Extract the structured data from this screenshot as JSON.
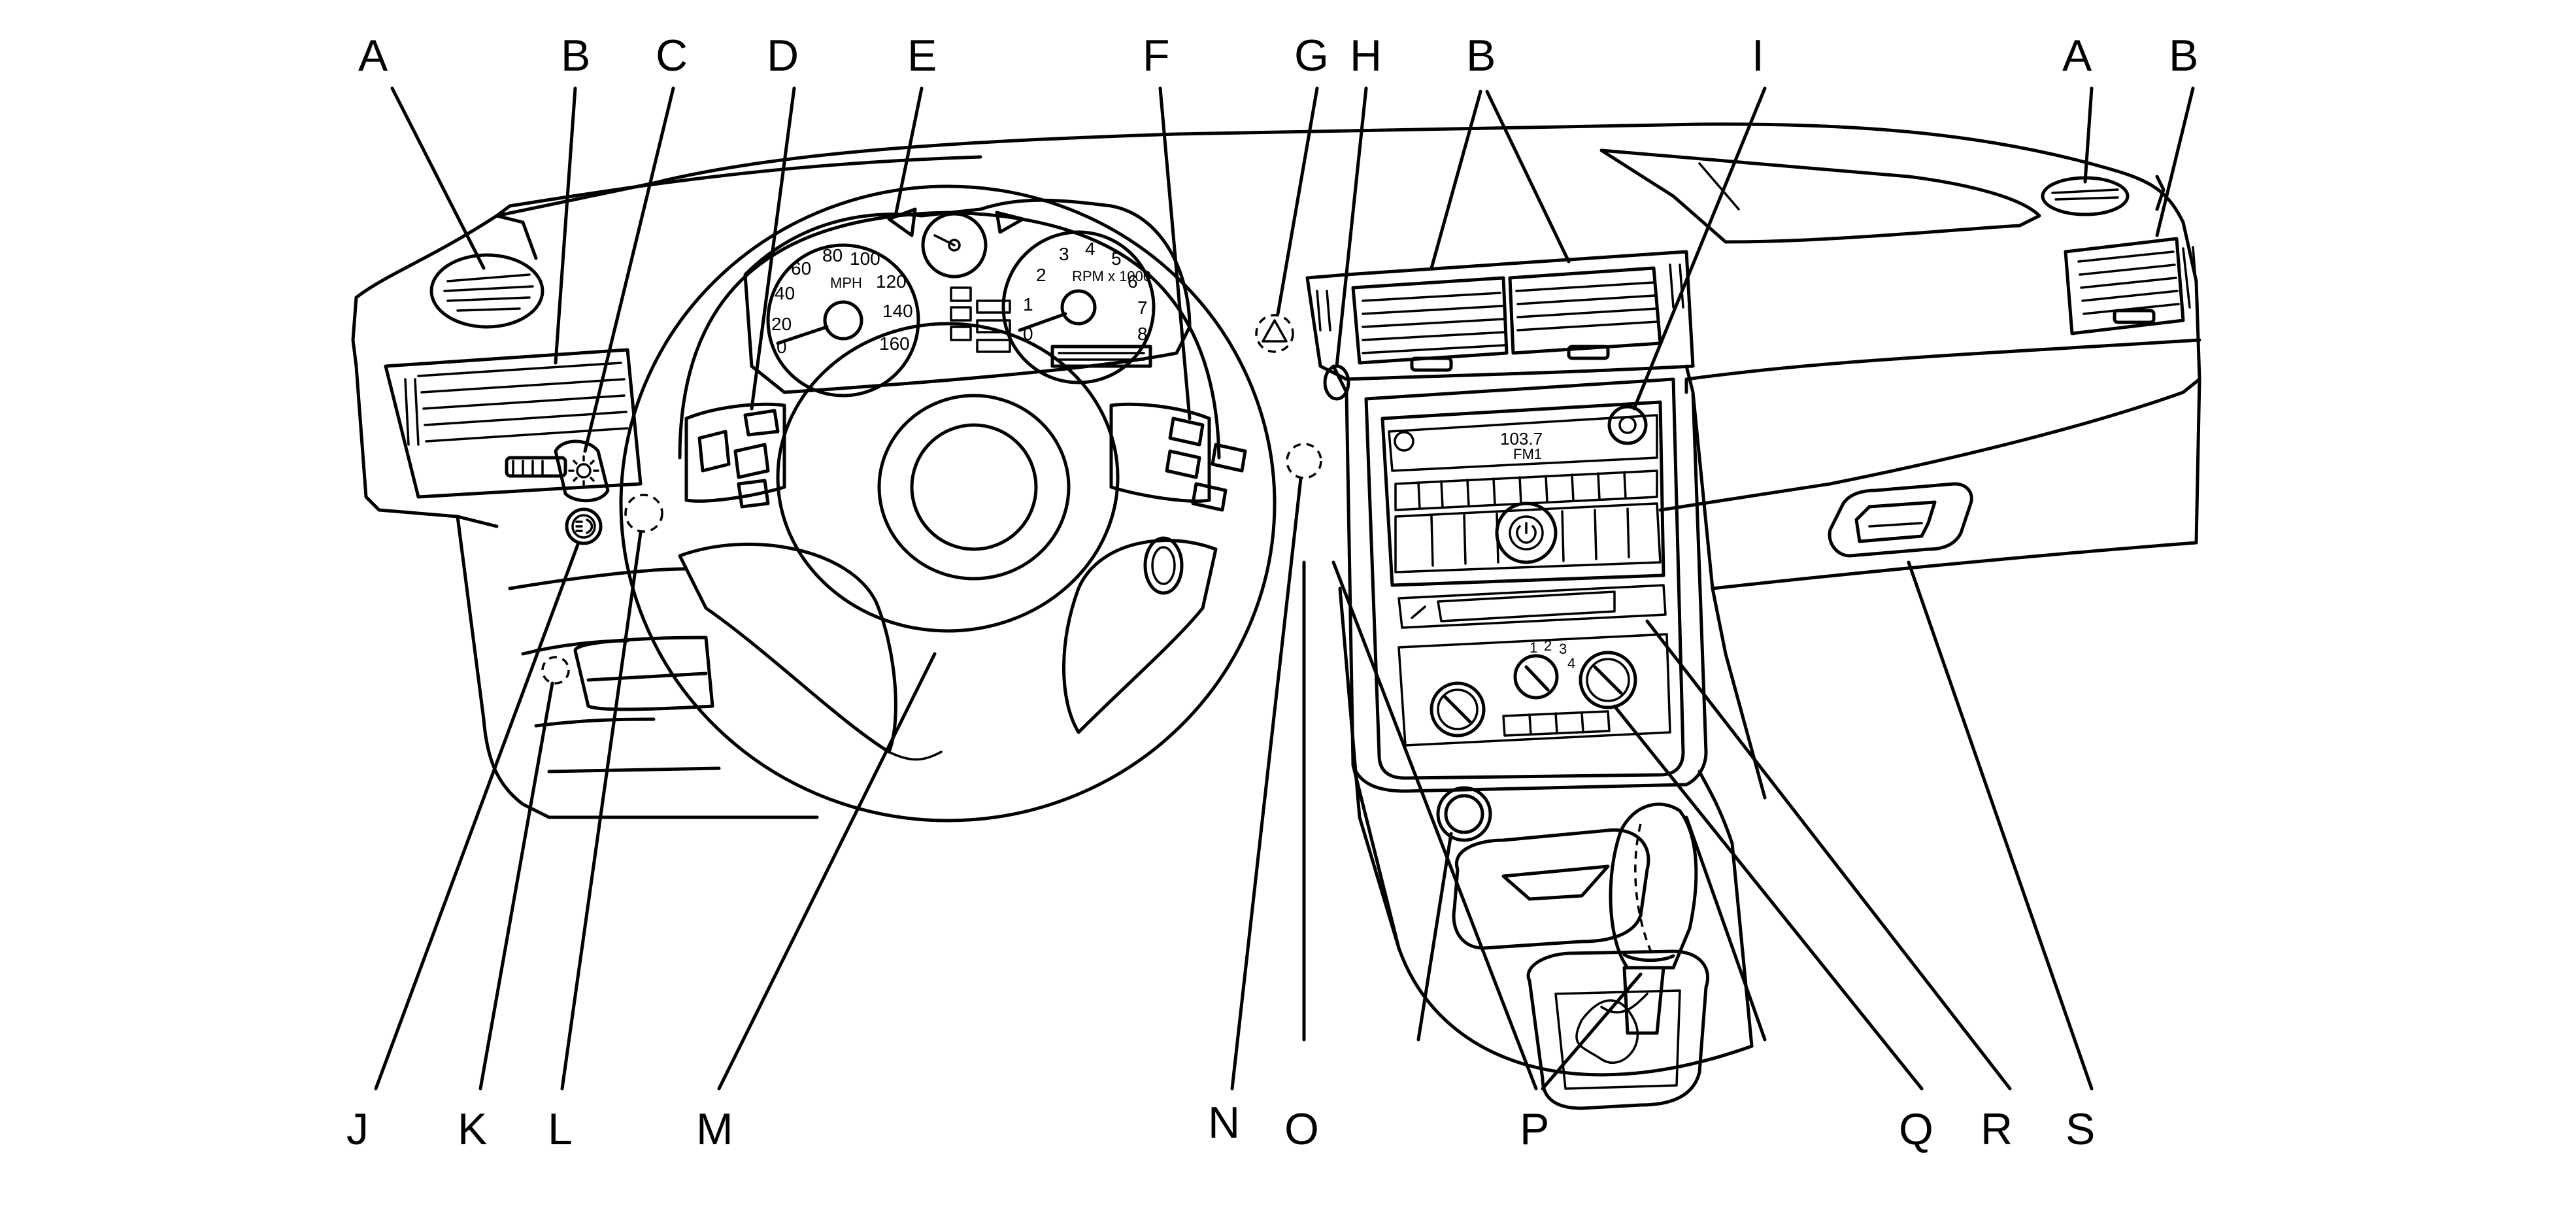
{
  "diagram": {
    "callouts": {
      "A_left": "A",
      "B_left": "B",
      "C": "C",
      "D": "D",
      "E": "E",
      "F": "F",
      "G": "G",
      "H": "H",
      "B_center": "B",
      "I": "I",
      "A_right": "A",
      "B_right": "B",
      "J": "J",
      "K": "K",
      "L": "L",
      "M": "M",
      "N": "N",
      "O": "O",
      "P": "P",
      "Q": "Q",
      "R": "R",
      "S": "S"
    },
    "radio": {
      "frequency": "103.7",
      "band": "FM1"
    },
    "speedometer": {
      "unit": "MPH",
      "ticks": [
        "0",
        "20",
        "40",
        "60",
        "80",
        "100",
        "120",
        "140",
        "160"
      ]
    },
    "tachometer": {
      "unit": "RPM x 1000",
      "ticks": [
        "0",
        "1",
        "2",
        "3",
        "4",
        "5",
        "6",
        "7",
        "8"
      ]
    },
    "climate_fan": {
      "ticks": [
        "1",
        "2",
        "3",
        "4"
      ]
    }
  }
}
